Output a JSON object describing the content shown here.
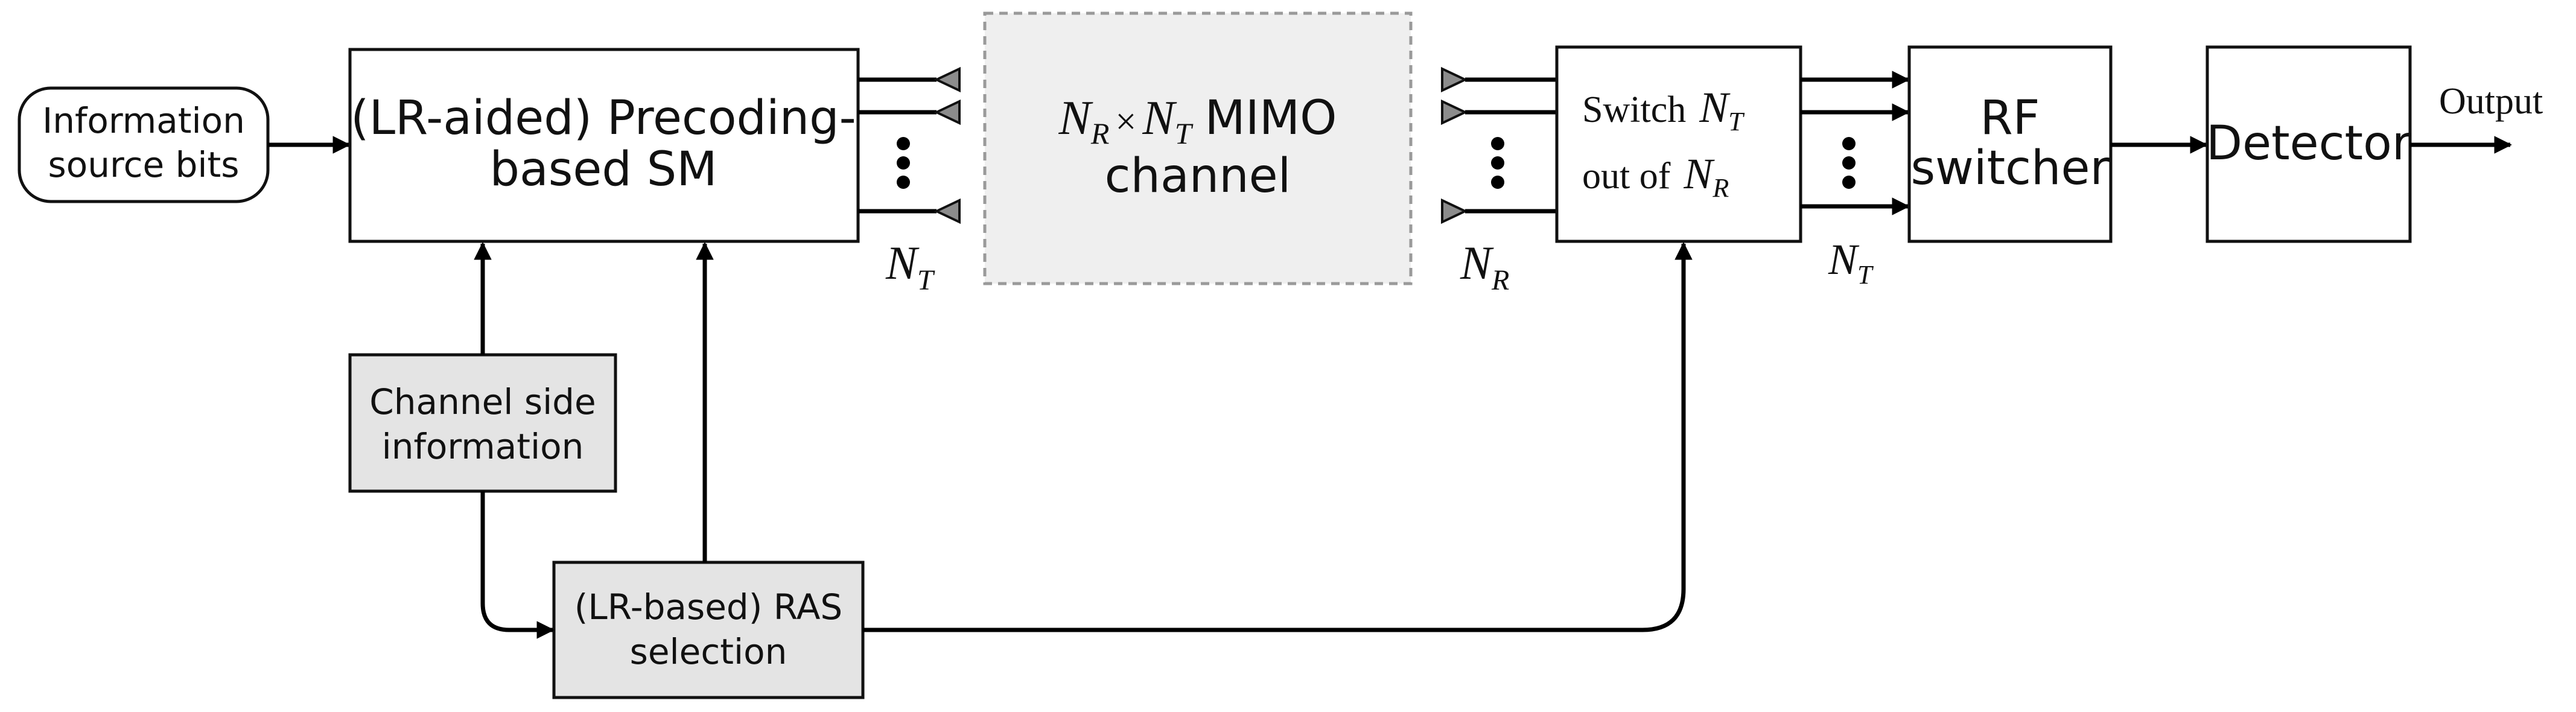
{
  "blocks": {
    "info_source": [
      "Information",
      "source bits"
    ],
    "precoding_sm": [
      "(LR-aided) Precoding-",
      "based SM"
    ],
    "csi": [
      "Channel side",
      "information"
    ],
    "ras": [
      "(LR-based) RAS",
      "selection"
    ],
    "mimo": {
      "nr": "N",
      "nr_sub": "R",
      "times": "×",
      "nt": "N",
      "nt_sub": "T",
      "word1": "MIMO",
      "word2": "channel"
    },
    "switch": {
      "line1_word": "Switch",
      "line1_sym": "N",
      "line1_sub": "T",
      "line2_word": "out of",
      "line2_sym": "N",
      "line2_sub": "R"
    },
    "rf_switcher": [
      "RF",
      "switcher"
    ],
    "detector": "Detector"
  },
  "labels": {
    "nt_tx": {
      "sym": "N",
      "sub": "T"
    },
    "nr_rx": {
      "sym": "N",
      "sub": "R"
    },
    "nt_rf": {
      "sym": "N",
      "sub": "T"
    },
    "output": "Output"
  }
}
